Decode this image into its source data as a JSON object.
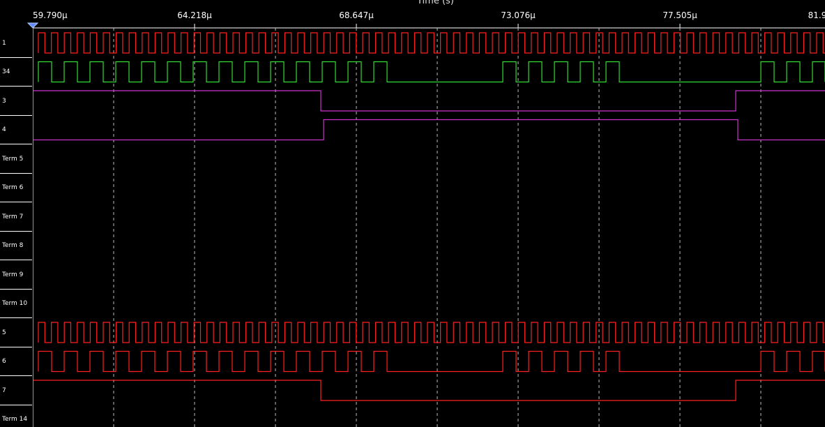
{
  "axis": {
    "title": "Time (s)",
    "ticks": [
      "59.790µ",
      "64.218µ",
      "68.647µ",
      "73.076µ",
      "77.505µ",
      "81.9"
    ]
  },
  "channels": [
    {
      "label": "1",
      "color": "#ff2020",
      "signal": "clock-fast"
    },
    {
      "label": "34",
      "color": "#33dd33",
      "signal": "burst-clock"
    },
    {
      "label": "3",
      "color": "#cc33cc",
      "signal": "high-low-high"
    },
    {
      "label": "4",
      "color": "#cc33cc",
      "signal": "low-high-low"
    },
    {
      "label": "Term 5",
      "signal": "none"
    },
    {
      "label": "Term 6",
      "signal": "none"
    },
    {
      "label": "Term 7",
      "signal": "none"
    },
    {
      "label": "Term 8",
      "signal": "none"
    },
    {
      "label": "Term 9",
      "signal": "none"
    },
    {
      "label": "Term 10",
      "signal": "none"
    },
    {
      "label": "5",
      "color": "#ff2020",
      "signal": "clock-fast"
    },
    {
      "label": "6",
      "color": "#ff2020",
      "signal": "burst-clock"
    },
    {
      "label": "7",
      "color": "#ff2020",
      "signal": "high-low-high"
    },
    {
      "label": "Term 14",
      "signal": "none"
    }
  ],
  "colors": {
    "background": "#000000",
    "grid": "#bbbbbb",
    "separator": "#ffffff",
    "cursor": "#33dd33",
    "marker": "#6688ff"
  }
}
